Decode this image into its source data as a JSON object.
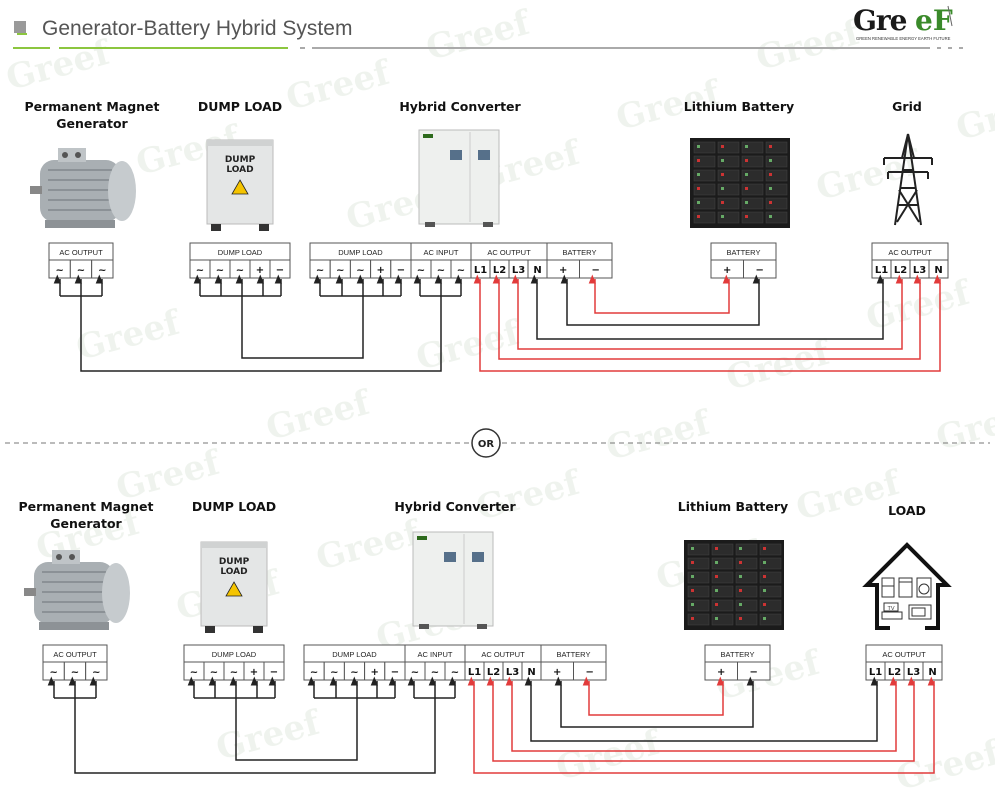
{
  "header": {
    "title": "Generator-Battery Hybrid System",
    "logo_text": "GreeF",
    "logo_tagline": "GREEN RENEWABLE ENERGY EARTH FUTURE"
  },
  "watermark": "Greef",
  "divider": {
    "label": "OR"
  },
  "colors": {
    "positive_wire": "#e23b3b",
    "negative_wire": "#222222",
    "accent_green": "#8cc63f",
    "title_text": "#555555"
  },
  "top": {
    "labels": {
      "generator": "Permanent Magnet\nGenerator",
      "dump_load": "DUMP LOAD",
      "converter": "Hybrid Converter",
      "battery": "Lithium Battery",
      "grid": "Grid"
    }
  },
  "bottom": {
    "labels": {
      "generator": "Permanent Magnet\nGenerator",
      "dump_load": "DUMP LOAD",
      "converter": "Hybrid Converter",
      "battery": "Lithium Battery",
      "load": "LOAD"
    }
  },
  "dump_load_cabinet_text": "DUMP\nLOAD",
  "house_tv_text": "TV",
  "terminal_blocks": {
    "generator": {
      "header": "AC OUTPUT",
      "terminals": [
        "~",
        "~",
        "~"
      ]
    },
    "dump_load": {
      "header": "DUMP LOAD",
      "terminals": [
        "~",
        "~",
        "~",
        "+",
        "−"
      ]
    },
    "converter_dump_load": {
      "header": "DUMP LOAD",
      "terminals": [
        "~",
        "~",
        "~",
        "+",
        "−"
      ]
    },
    "converter_ac_input": {
      "header": "AC INPUT",
      "terminals": [
        "~",
        "~",
        "~"
      ]
    },
    "converter_ac_output": {
      "header": "AC OUTPUT",
      "terminals": [
        "L1",
        "L2",
        "L3",
        "N"
      ]
    },
    "converter_battery": {
      "header": "BATTERY",
      "terminals": [
        "+",
        "−"
      ]
    },
    "battery": {
      "header": "BATTERY",
      "terminals": [
        "+",
        "−"
      ]
    },
    "grid_or_load": {
      "header": "AC OUTPUT",
      "terminals": [
        "L1",
        "L2",
        "L3",
        "N"
      ]
    }
  }
}
